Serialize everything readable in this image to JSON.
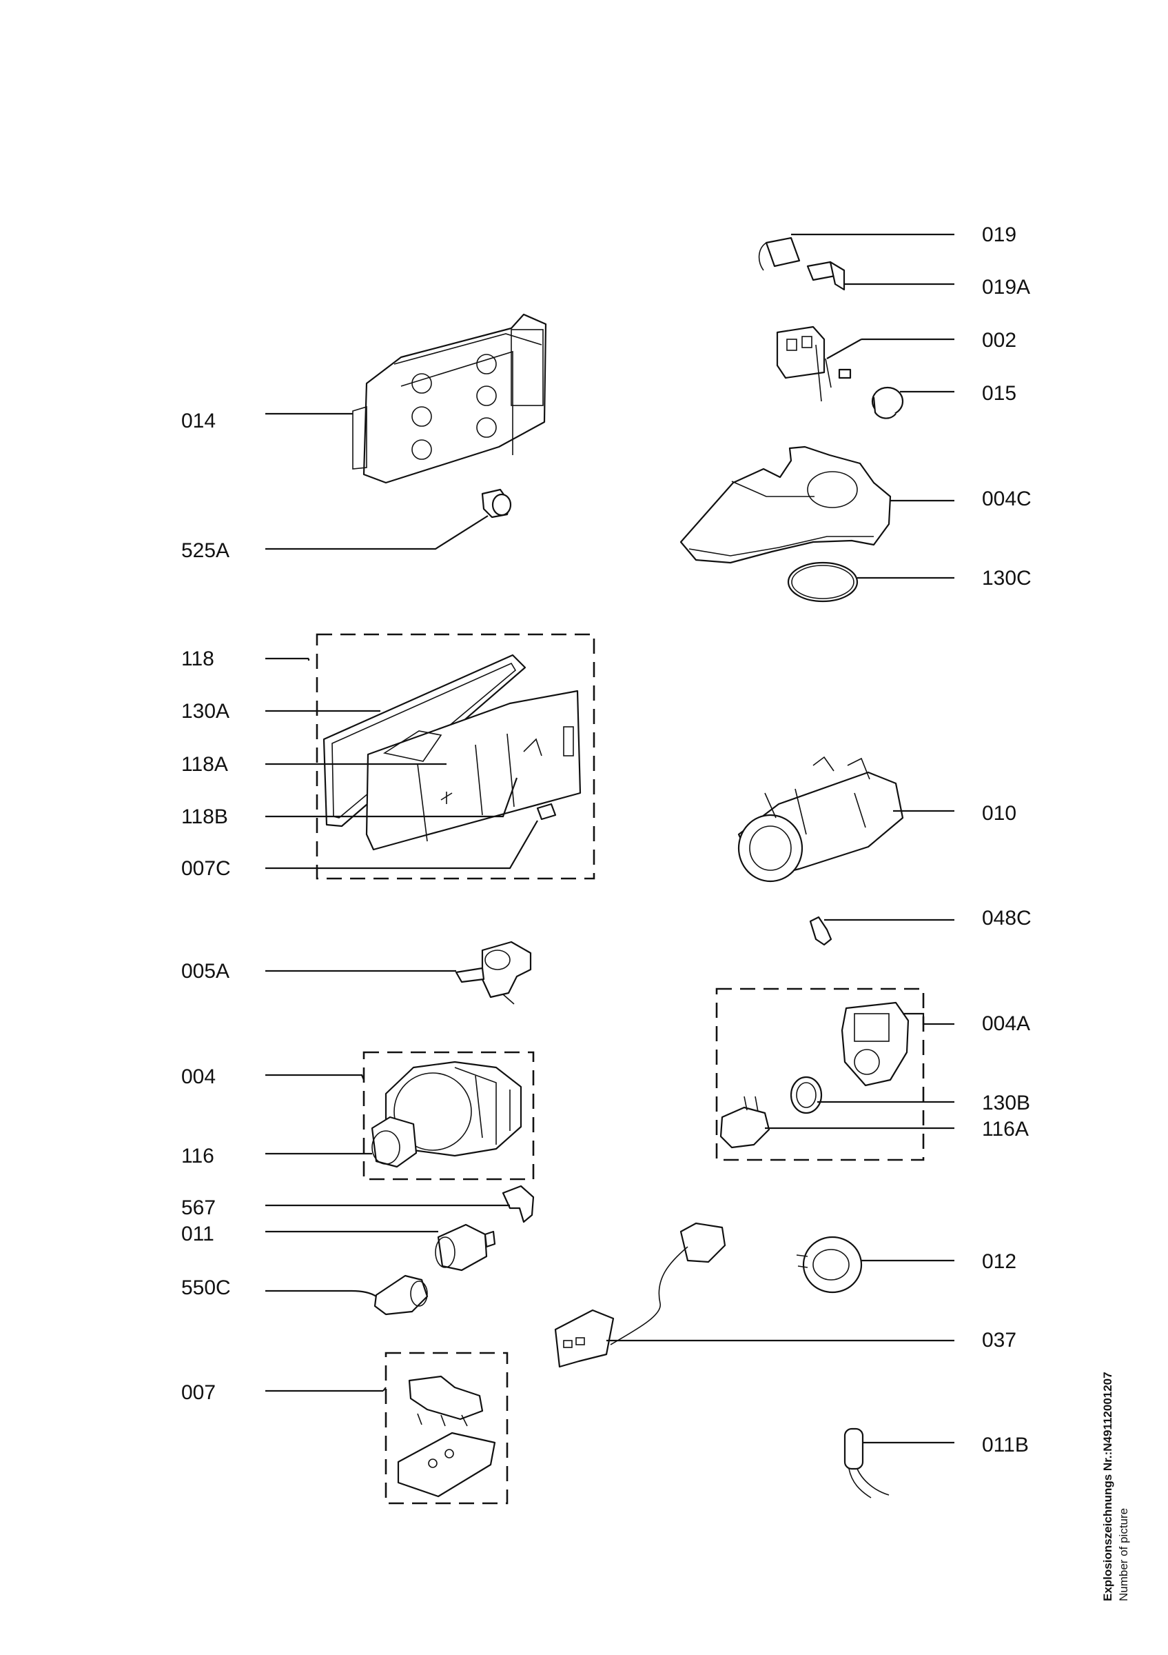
{
  "labels": {
    "p019": "019",
    "p019A": "019A",
    "p002": "002",
    "p015": "015",
    "p004C": "004C",
    "p130C": "130C",
    "p014": "014",
    "p525A": "525A",
    "p118": "118",
    "p130A": "130A",
    "p118A": "118A",
    "p118B": "118B",
    "p007C": "007C",
    "p010": "010",
    "p048C": "048C",
    "p005A": "005A",
    "p004A": "004A",
    "p130B": "130B",
    "p116A": "116A",
    "p004": "004",
    "p116": "116",
    "p567": "567",
    "p011": "011",
    "p550C": "550C",
    "p012": "012",
    "p037": "037",
    "p007": "007",
    "p011B": "011B"
  },
  "footer": {
    "drawing_number": "Explosionszeichnungs Nr.:N49112001207",
    "caption": "Number of picture"
  },
  "icons": [
    "exploded-view-parts"
  ]
}
